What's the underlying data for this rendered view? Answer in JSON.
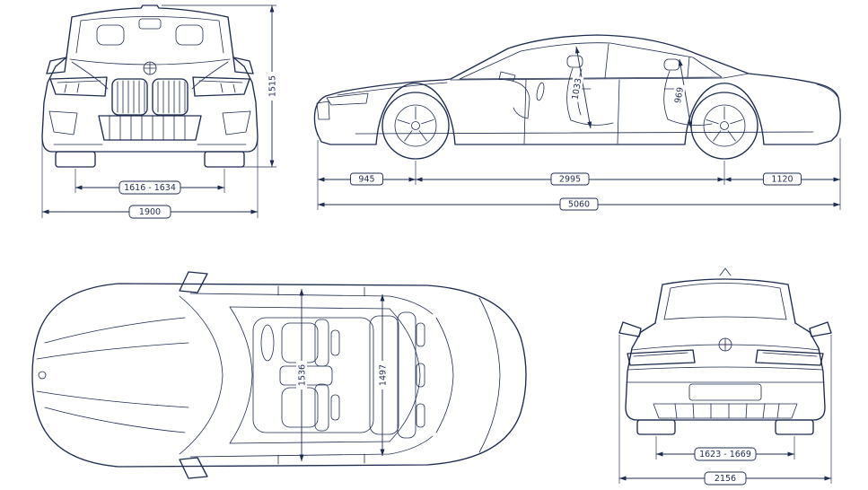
{
  "colors": {
    "line": "#1e2c50",
    "background": "#ffffff"
  },
  "views": {
    "front": {
      "height": "1515",
      "track": "1616 - 1634",
      "width": "1900"
    },
    "side": {
      "interior_height_front": "1033",
      "interior_height_rear": "969",
      "front_overhang": "945",
      "wheelbase": "2995",
      "rear_overhang": "1120",
      "length": "5060"
    },
    "top": {
      "interior_width_front": "1536",
      "interior_width_rear": "1497"
    },
    "rear": {
      "track": "1623 - 1669",
      "width_mirrors": "2156"
    }
  }
}
